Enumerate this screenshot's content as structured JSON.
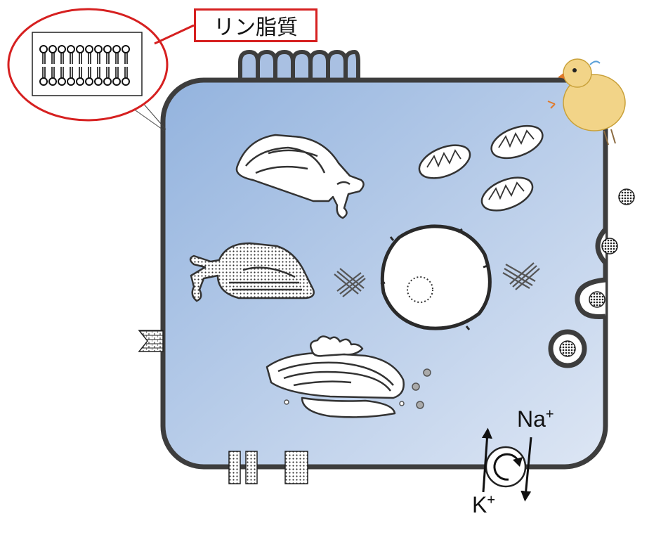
{
  "callout": {
    "title": "リン脂質"
  },
  "ions": {
    "na": {
      "symbol": "Na",
      "charge": "+"
    },
    "k": {
      "symbol": "K",
      "charge": "+"
    }
  },
  "colors": {
    "cytoplasm_top": "#93b3de",
    "cytoplasm_bottom": "#d9e3f3",
    "membrane": "#3d3d3d",
    "callout_red": "#d62020"
  }
}
